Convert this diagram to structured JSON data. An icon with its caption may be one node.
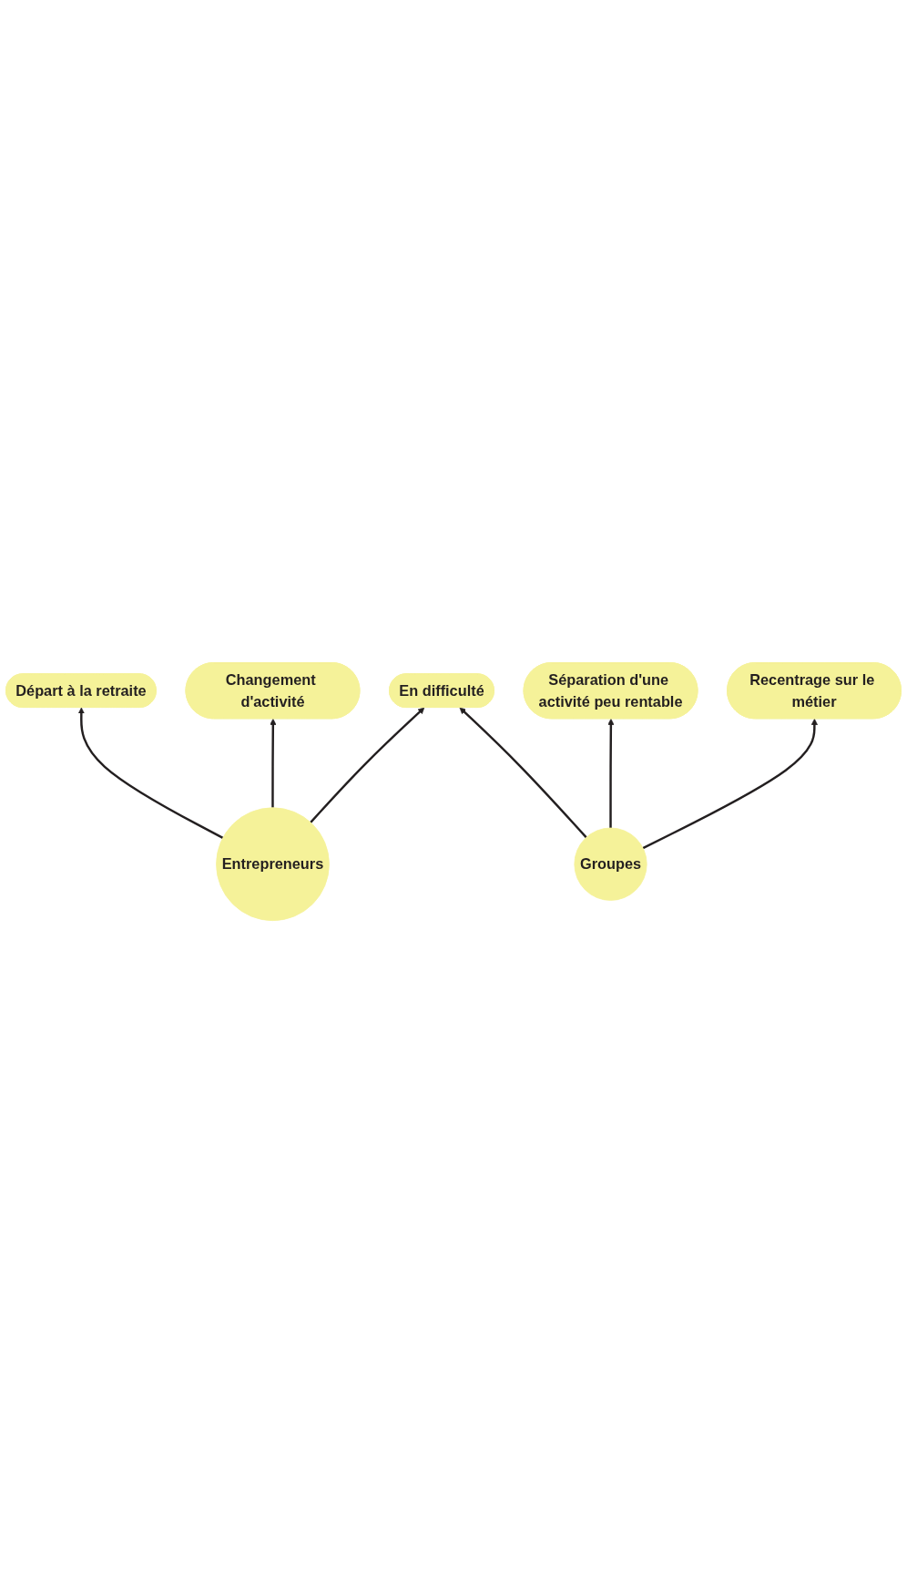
{
  "diagram": {
    "nodes": [
      {
        "text": [
          "Départ à la retraite"
        ]
      },
      {
        "text": [
          "Changement d'activité"
        ]
      },
      {
        "text": [
          "En difficulté"
        ]
      },
      {
        "text": [
          "Séparation d'une activité peu rentable"
        ]
      },
      {
        "text": [
          "Recentrage sur le métier"
        ]
      },
      {
        "text": [
          "Entrepreneurs"
        ]
      },
      {
        "text": [
          "Groupes"
        ]
      }
    ],
    "edges": [
      {
        "from": 5,
        "to": 0,
        "arrow": "to"
      },
      {
        "from": 5,
        "to": 1,
        "arrow": "to"
      },
      {
        "from": 5,
        "to": 2,
        "arrow": "to"
      },
      {
        "from": 6,
        "to": 2,
        "arrow": "to"
      },
      {
        "from": 6,
        "to": 3,
        "arrow": "to"
      },
      {
        "from": 6,
        "to": 4,
        "arrow": "to"
      }
    ]
  }
}
